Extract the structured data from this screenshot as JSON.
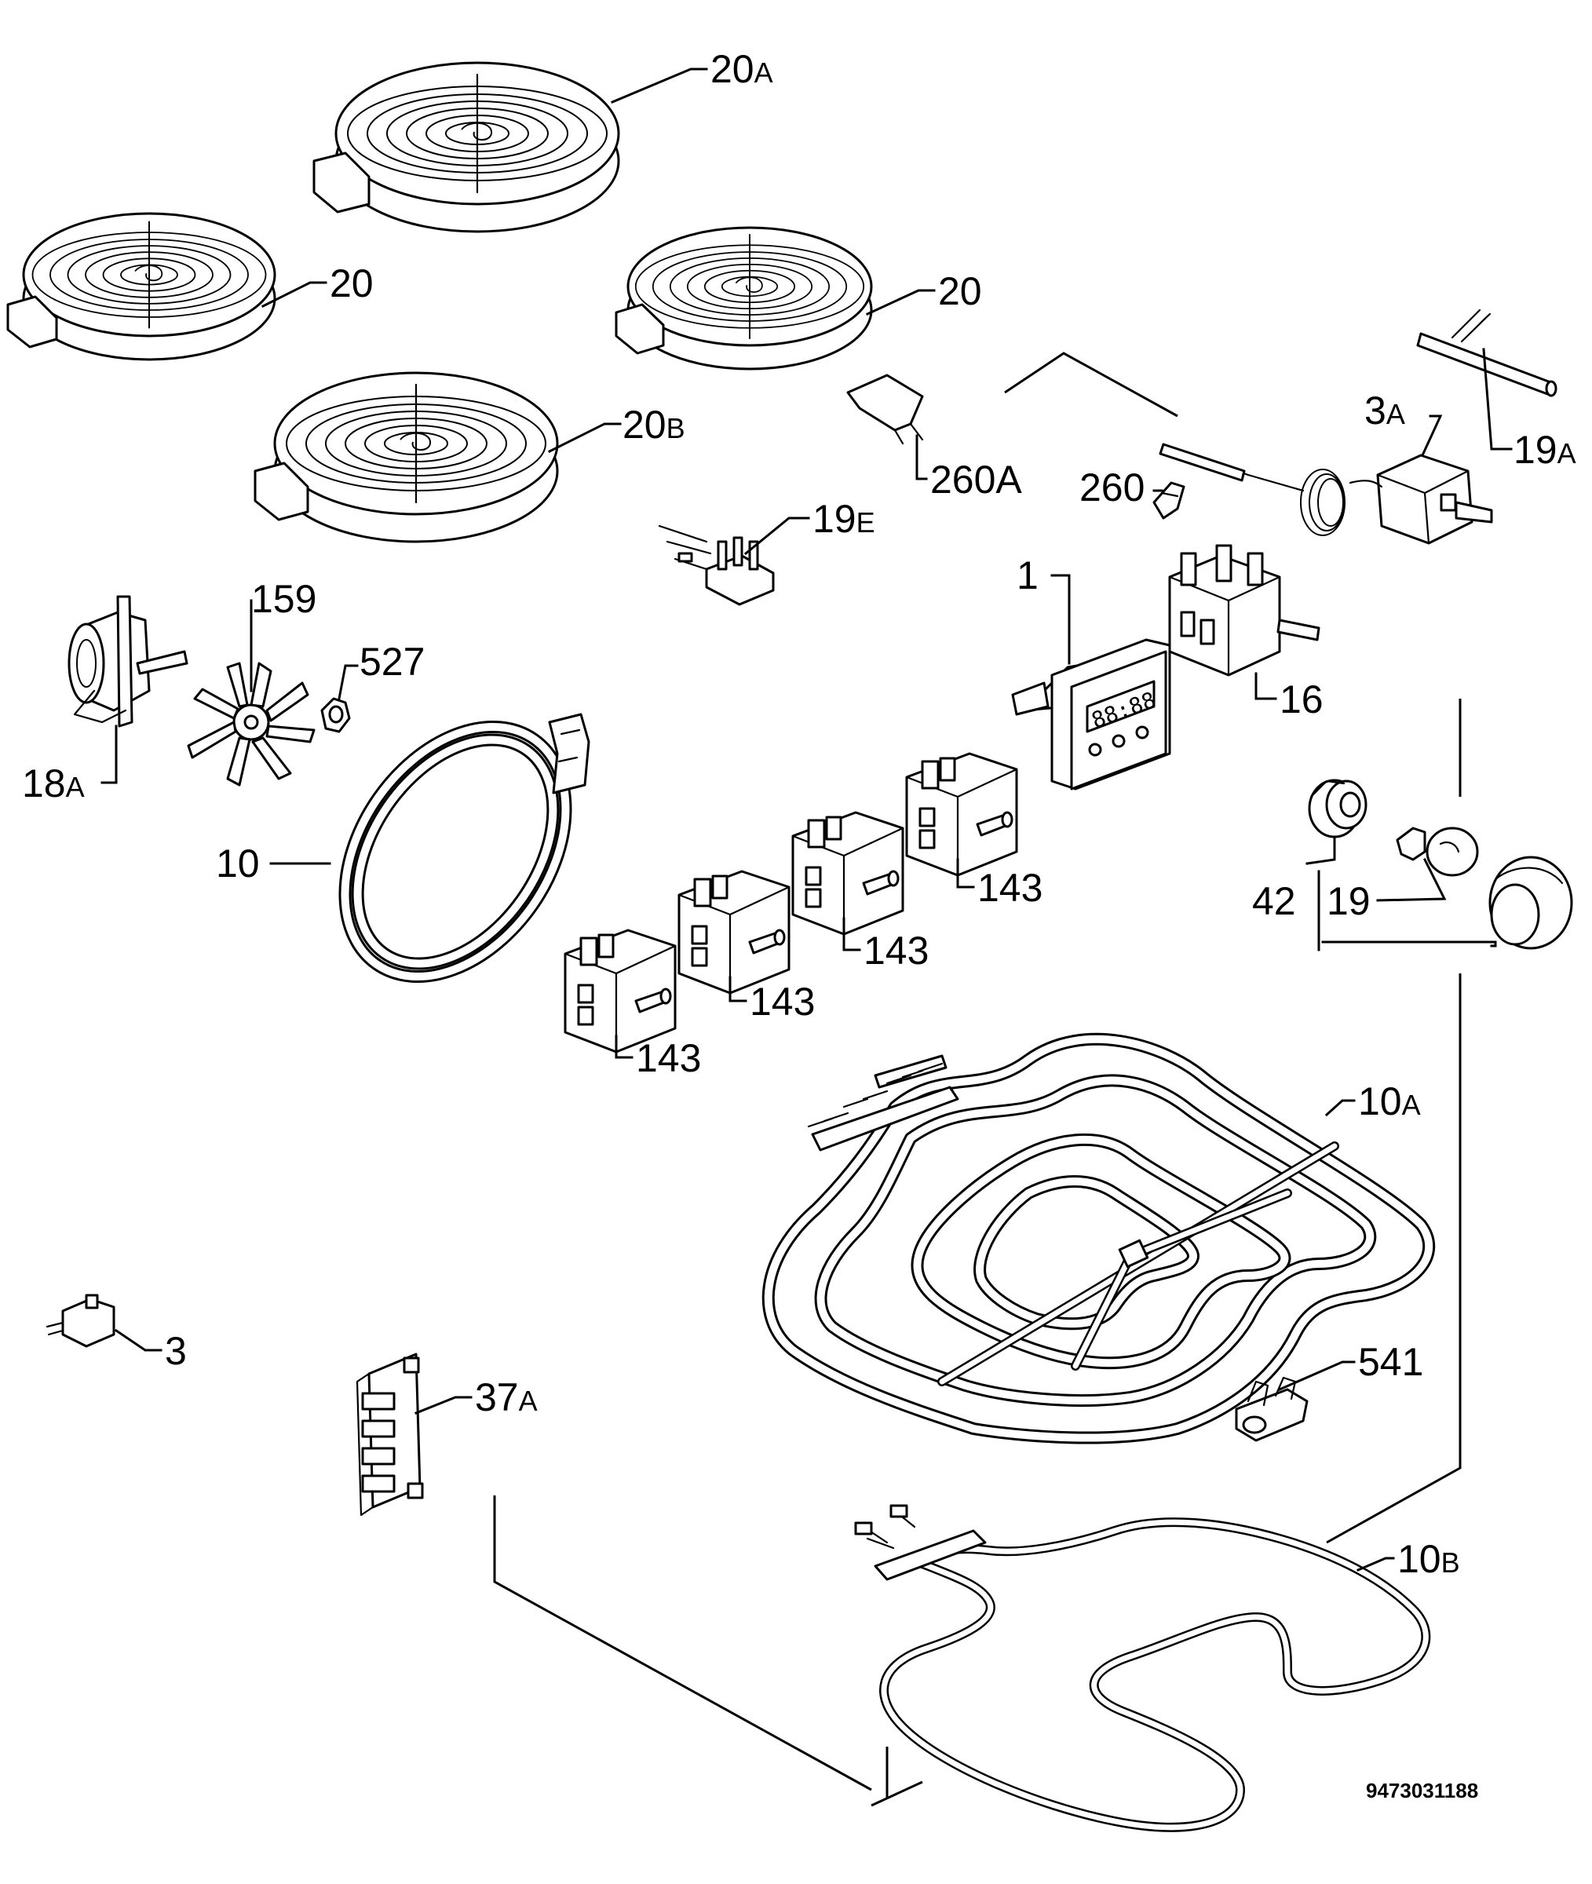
{
  "labels": {
    "l_20a": {
      "main": "20",
      "suffix": "A"
    },
    "l_20_left": {
      "main": "20"
    },
    "l_20_right": {
      "main": "20"
    },
    "l_20b": {
      "main": "20",
      "suffix": "B"
    },
    "l_260a": {
      "main": "260A"
    },
    "l_260": {
      "main": "260"
    },
    "l_19e": {
      "main": "19",
      "suffix": "E"
    },
    "l_3a": {
      "main": "3",
      "suffix": "A"
    },
    "l_19a": {
      "main": "19",
      "suffix": "A"
    },
    "l_159": {
      "main": "159"
    },
    "l_527": {
      "main": "527"
    },
    "l_18a": {
      "main": "18",
      "suffix": "A"
    },
    "l_1": {
      "main": "1"
    },
    "l_16": {
      "main": "16"
    },
    "l_10": {
      "main": "10"
    },
    "l_143_a": {
      "main": "143"
    },
    "l_143_b": {
      "main": "143"
    },
    "l_143_c": {
      "main": "143"
    },
    "l_143_d": {
      "main": "143"
    },
    "l_42": {
      "main": "42"
    },
    "l_19": {
      "main": "19"
    },
    "l_10a": {
      "main": "10",
      "suffix": "A"
    },
    "l_3": {
      "main": "3"
    },
    "l_37a": {
      "main": "37",
      "suffix": "A"
    },
    "l_541": {
      "main": "541"
    },
    "l_10b": {
      "main": "10",
      "suffix": "B"
    }
  },
  "document_number": "9473031188",
  "timer_display": "88:88",
  "colors": {
    "ink": "#000000",
    "paper": "#ffffff"
  }
}
